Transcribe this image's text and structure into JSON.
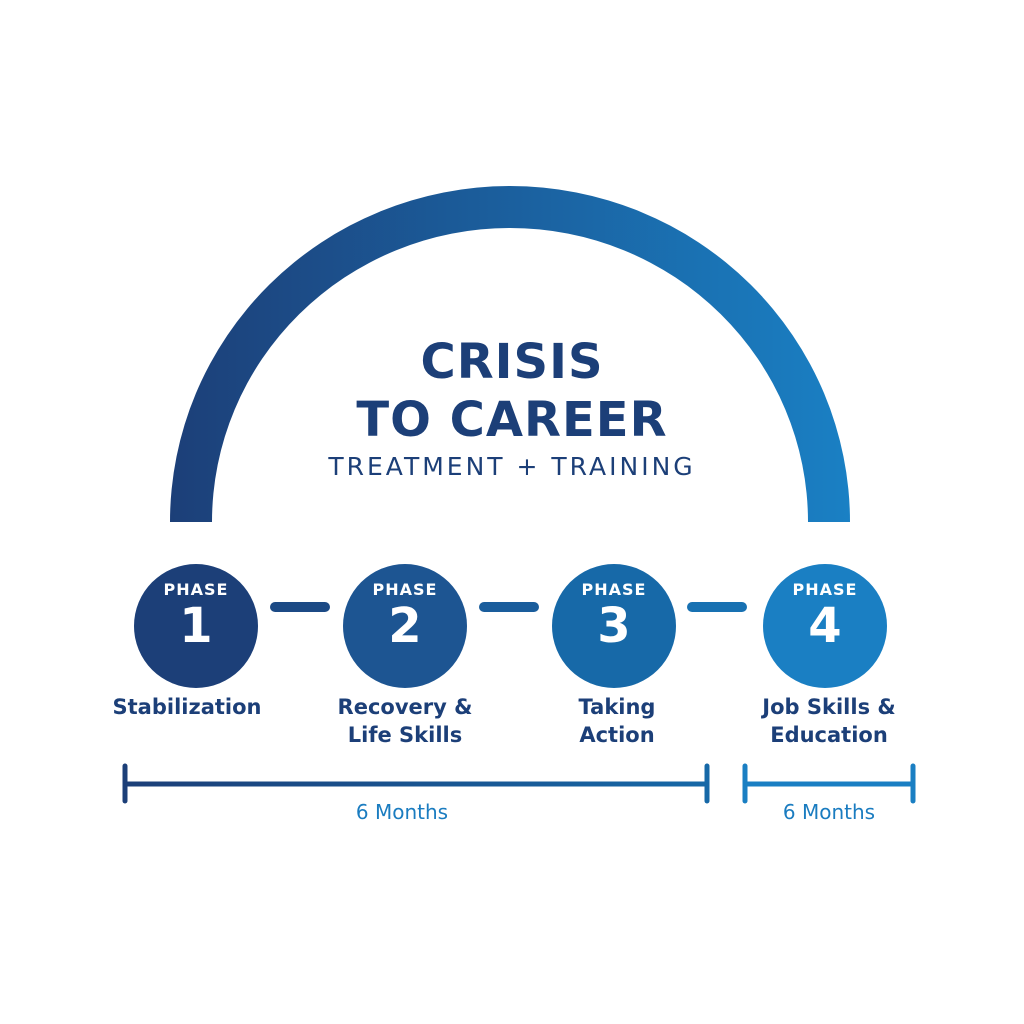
{
  "title_line_1": "CRISIS",
  "title_line_2": "TO CAREER",
  "subtitle": "TREATMENT + TRAINING",
  "phases": [
    {
      "word": "PHASE",
      "number": "1",
      "label_lines": [
        "Stabilization"
      ],
      "color": "#1c3f78"
    },
    {
      "word": "PHASE",
      "number": "2",
      "label_lines": [
        "Recovery &",
        "Life Skills"
      ],
      "color": "#1d5592"
    },
    {
      "word": "PHASE",
      "number": "3",
      "label_lines": [
        "Taking",
        "Action"
      ],
      "color": "#1769a8"
    },
    {
      "word": "PHASE",
      "number": "4",
      "label_lines": [
        "Job Skills &",
        "Education"
      ],
      "color": "#1a7fc3"
    }
  ],
  "durations": [
    {
      "label": "6 Months"
    },
    {
      "label": "6 Months"
    }
  ],
  "colors": {
    "navy": "#1c3f78",
    "blue": "#1a7fc3",
    "text_blue": "#1a7cc0"
  }
}
